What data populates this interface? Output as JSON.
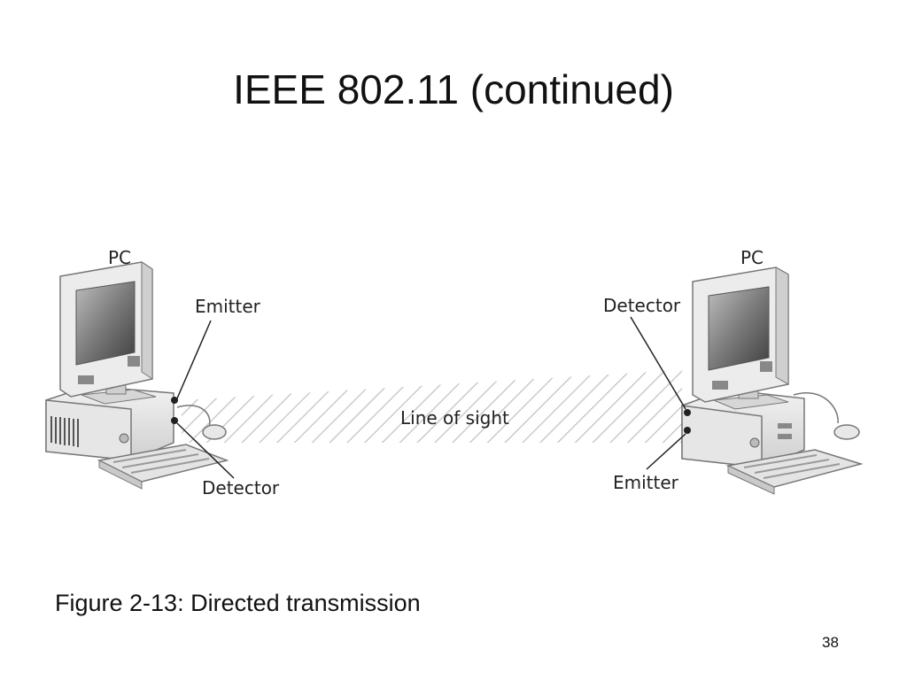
{
  "slide": {
    "title": "IEEE 802.11 (continued)",
    "caption": "Figure 2-13: Directed transmission",
    "page_number": "38"
  },
  "diagram": {
    "left_station": {
      "pc_label": "PC",
      "emitter_label": "Emitter",
      "detector_label": "Detector"
    },
    "right_station": {
      "pc_label": "PC",
      "detector_label": "Detector",
      "emitter_label": "Emitter"
    },
    "beam_label": "Line of sight"
  }
}
